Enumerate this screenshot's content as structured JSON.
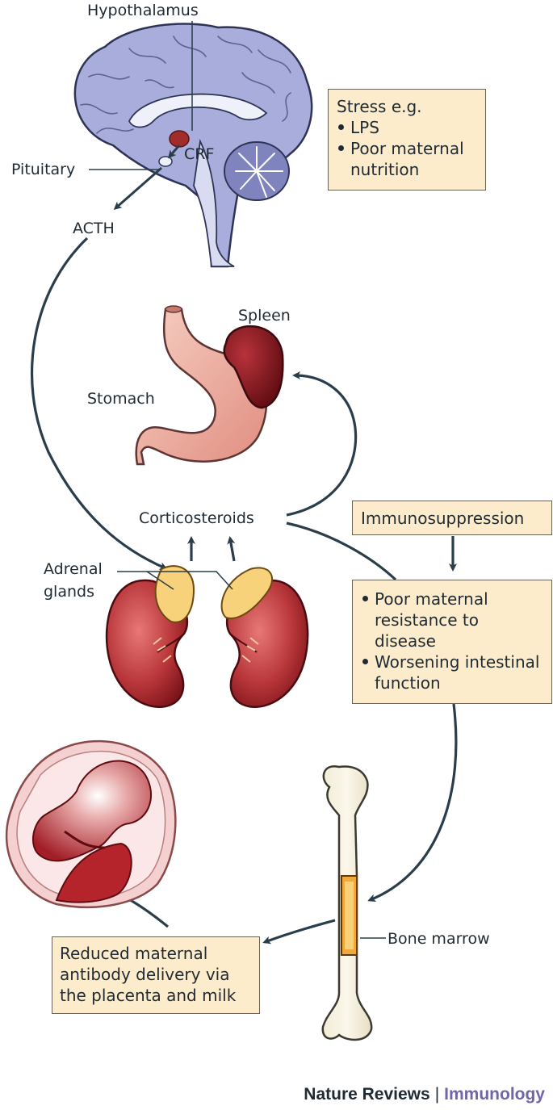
{
  "labels": {
    "hypothalamus": "Hypothalamus",
    "pituitary": "Pituitary",
    "crf": "CRF",
    "acth": "ACTH",
    "spleen": "Spleen",
    "stomach": "Stomach",
    "corticosteroids": "Corticosteroids",
    "adrenal_glands_line1": "Adrenal",
    "adrenal_glands_line2": "glands",
    "bone_marrow": "Bone marrow"
  },
  "boxes": {
    "stress": {
      "head": "Stress e.g.",
      "items": [
        "LPS",
        "Poor maternal nutrition"
      ]
    },
    "immunosuppression": {
      "text": "Immunosuppression"
    },
    "effects": {
      "items": [
        "Poor maternal resistance to disease",
        "Worsening intestinal function"
      ]
    },
    "antibody": {
      "text": "Reduced maternal antibody delivery via the placenta and milk"
    }
  },
  "footer": {
    "journal": "Nature Reviews",
    "separator": "|",
    "subject": "Immunology"
  },
  "colors": {
    "brain": "#a9addb",
    "box_fill": "#fdeccb",
    "organ_red": "#9e1e26",
    "stomach": "#eba595",
    "adrenal": "#f8d27a",
    "arrow": "#2a3d4a",
    "journal_accent": "#6f65a8"
  }
}
